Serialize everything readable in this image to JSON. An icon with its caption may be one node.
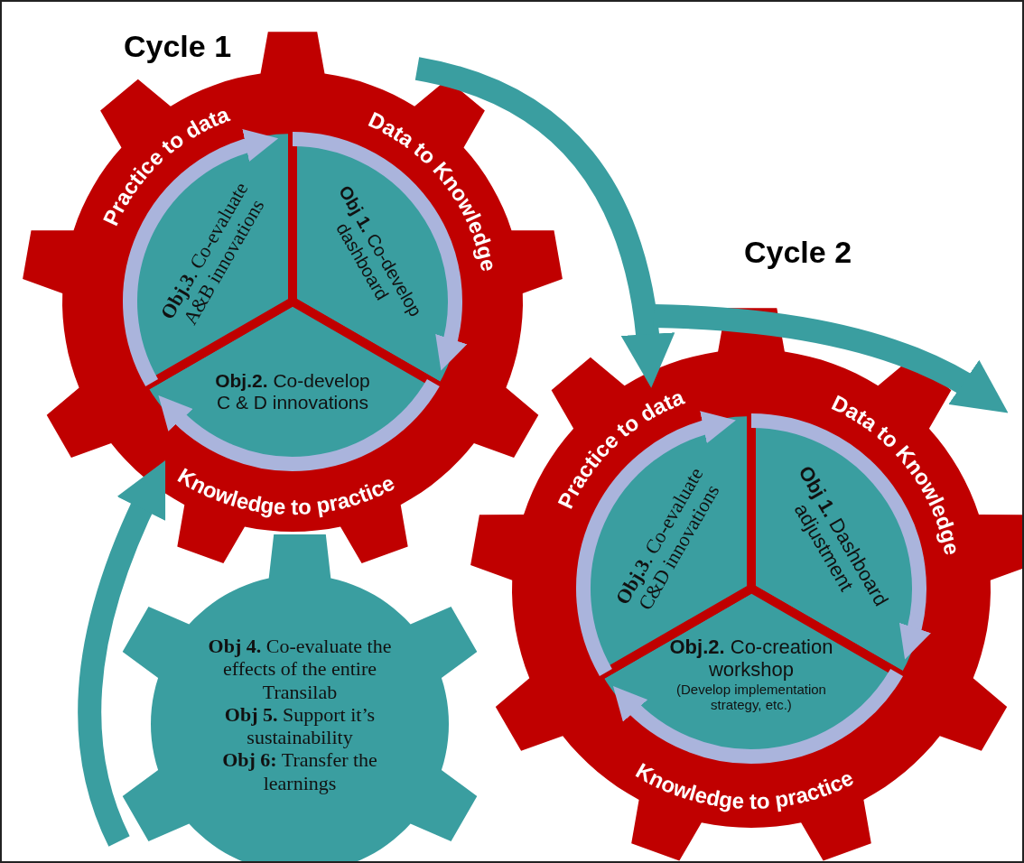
{
  "diagram": {
    "nodes": [
      {
        "text": [
          "Cycle 1",
          "Practice to data",
          "Data to Knowledge",
          "Knowledge to practice"
        ]
      },
      {
        "text": [
          "**Obj 1.** Co-develop dashboard"
        ],
        "in": 0
      },
      {
        "text": [
          "**Obj.2.** Co-develop C & D innovations"
        ],
        "in": 0
      },
      {
        "text": [
          "**Obj.3**. Co-evaluate A&B innovations"
        ],
        "in": 0
      },
      {
        "text": [
          "Cycle 2",
          "Practice to data",
          "Data to Knowledge",
          "Knowledge to practice"
        ]
      },
      {
        "text": [
          "**Obj 1.** Dashboard adjustment"
        ],
        "in": 4
      },
      {
        "text": [
          "**Obj.2.** Co-creation workshop",
          "(Develop implementation strategy, etc.)"
        ],
        "in": 4
      },
      {
        "text": [
          "**Obj.3**. Co-evaluate C&D innovations"
        ],
        "in": 4
      },
      {
        "text": [
          "**Obj 4.** Co-evaluate the effects of the entire Transilab",
          "**Obj 5.** Support it’s sustainability",
          "**Obj 6:** Transfer the learnings"
        ]
      }
    ],
    "edges": [
      {
        "from": 0,
        "to": 4,
        "arrow": "to",
        "color": "#3a9ea0"
      },
      {
        "from": null,
        "to": 4,
        "arrow": "to",
        "color": "#3a9ea0"
      },
      {
        "from": 8,
        "to": 0,
        "arrow": "to",
        "color": "#3a9ea0"
      },
      {
        "from": 3,
        "to": 1,
        "arrow": "to"
      },
      {
        "from": 1,
        "to": 2,
        "arrow": "to"
      },
      {
        "from": 2,
        "to": 3,
        "arrow": "to"
      },
      {
        "from": 7,
        "to": 5,
        "arrow": "to"
      },
      {
        "from": 5,
        "to": 6,
        "arrow": "to"
      },
      {
        "from": 6,
        "to": 7,
        "arrow": "to"
      }
    ]
  }
}
